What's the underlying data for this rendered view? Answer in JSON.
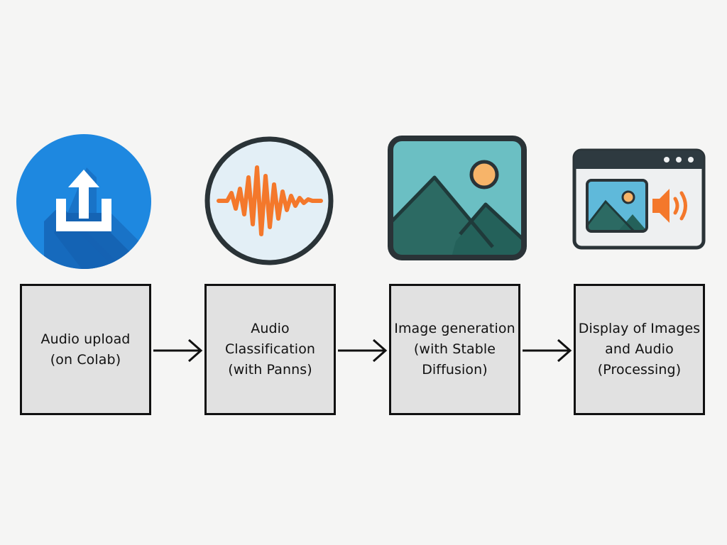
{
  "steps": [
    {
      "label": "Audio upload\n(on Colab)",
      "icon": "upload-icon"
    },
    {
      "label": "Audio\nClassification\n(with Panns)",
      "icon": "audio-waveform-icon"
    },
    {
      "label": "Image generation\n(with Stable\nDiffusion)",
      "icon": "landscape-image-icon"
    },
    {
      "label": "Display of Images\nand Audio\n(Processing)",
      "icon": "image-audio-display-icon"
    }
  ],
  "colors": {
    "background": "#f5f5f4",
    "box_fill": "#e1e1e1",
    "upload_blue": "#1e88e0",
    "wave_orange": "#f4782b",
    "wave_bg": "#e3eff6",
    "sky_teal": "#6bbfc3",
    "mountain_green": "#2c6a63",
    "sun_orange": "#f7b469",
    "outline_dark": "#2a3337"
  }
}
